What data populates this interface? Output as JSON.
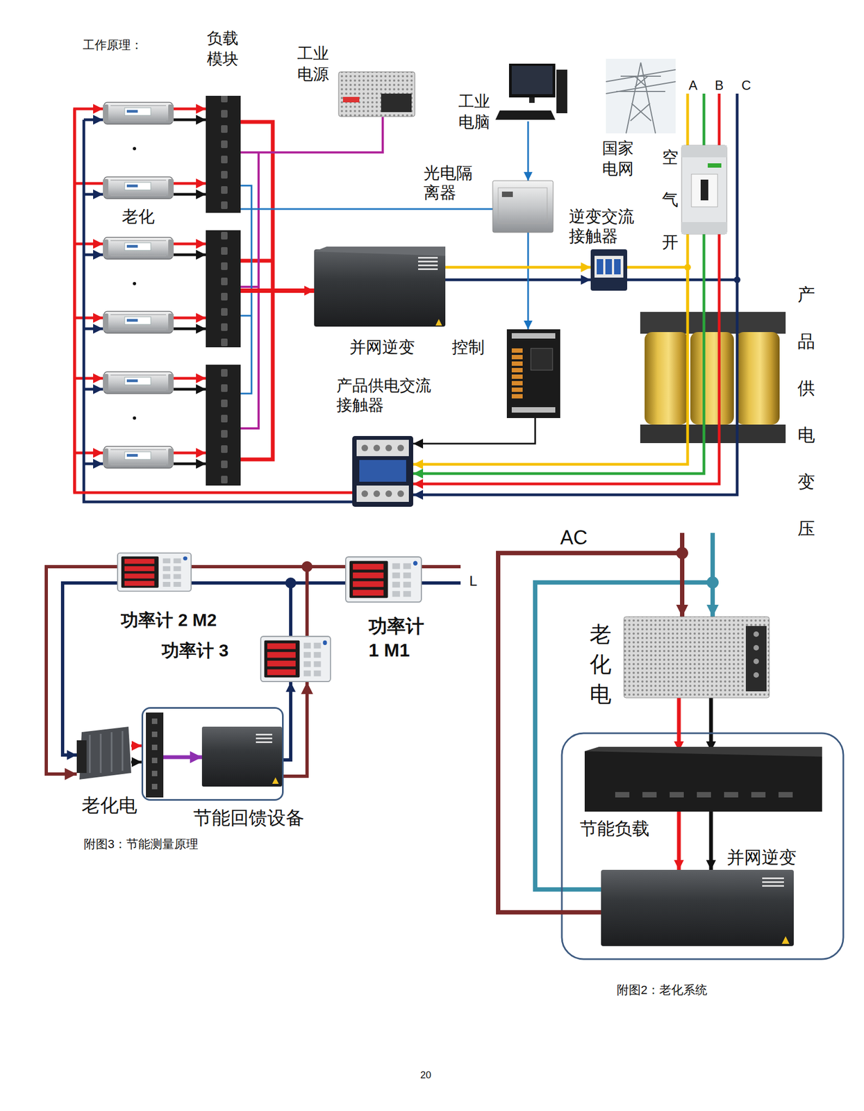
{
  "diagram": {
    "title": "工作原理：",
    "nodes": [
      {
        "text": [
          "负载 模块"
        ]
      },
      {
        "text": [
          "工业 电源"
        ]
      },
      {
        "text": [
          "工业 电脑"
        ]
      },
      {
        "text": [
          "国家 电网"
        ]
      },
      {
        "text": [
          "光电隔 离器"
        ]
      },
      {
        "text": [
          "逆变交流 接触器"
        ]
      },
      {
        "text": [
          "空气开"
        ]
      },
      {
        "text": [
          "老化"
        ]
      },
      {
        "text": [
          "并网逆变"
        ]
      },
      {
        "text": [
          "控制"
        ]
      },
      {
        "text": [
          "产品供电交流 接触器"
        ]
      },
      {
        "text": [
          "产品供电变压"
        ]
      },
      {
        "text": [
          "功率计 2 M2"
        ]
      },
      {
        "text": [
          "功率计 1 M1"
        ]
      },
      {
        "text": [
          "功率计 3"
        ]
      },
      {
        "text": [
          "老化电"
        ]
      },
      {
        "text": [
          "节能回馈设备"
        ]
      },
      {
        "text": [
          "老化电"
        ]
      },
      {
        "text": [
          "节能负载"
        ]
      },
      {
        "text": [
          "并网逆变"
        ]
      }
    ],
    "edges": [
      {
        "from": 1,
        "to": 0,
        "arrow": "none"
      },
      {
        "from": 2,
        "to": 4,
        "arrow": "to"
      },
      {
        "from": 4,
        "to": 0,
        "arrow": "none"
      },
      {
        "from": 4,
        "to": 9,
        "arrow": "to"
      },
      {
        "from": 9,
        "to": 10,
        "arrow": "to"
      },
      {
        "from": 0,
        "to": 8,
        "arrow": "to"
      },
      {
        "from": 8,
        "to": 5,
        "arrow": "to"
      },
      {
        "from": 5,
        "to": 11,
        "arrow": "none"
      },
      {
        "from": 6,
        "to": 11,
        "arrow": "none"
      },
      {
        "from": 11,
        "to": 10,
        "arrow": "to"
      },
      {
        "from": 10,
        "to": 7,
        "arrow": "to"
      },
      {
        "from": 7,
        "to": 0,
        "arrow": "to"
      },
      {
        "from": 13,
        "to": 12,
        "arrow": "none"
      },
      {
        "from": 13,
        "to": 14,
        "arrow": "none"
      },
      {
        "from": 12,
        "to": 15,
        "arrow": "to"
      },
      {
        "from": 15,
        "to": 16,
        "arrow": "to"
      },
      {
        "from": 16,
        "to": 14,
        "arrow": "to"
      },
      {
        "from": 19,
        "to": 17,
        "arrow": "to"
      },
      {
        "from": 17,
        "to": 18,
        "arrow": "to"
      },
      {
        "from": 18,
        "to": 19,
        "arrow": "to"
      }
    ],
    "labels": [
      "A",
      "B",
      "C",
      "L",
      "AC",
      "附图3：节能测量原理",
      "附图2：老化系统",
      "20"
    ]
  }
}
